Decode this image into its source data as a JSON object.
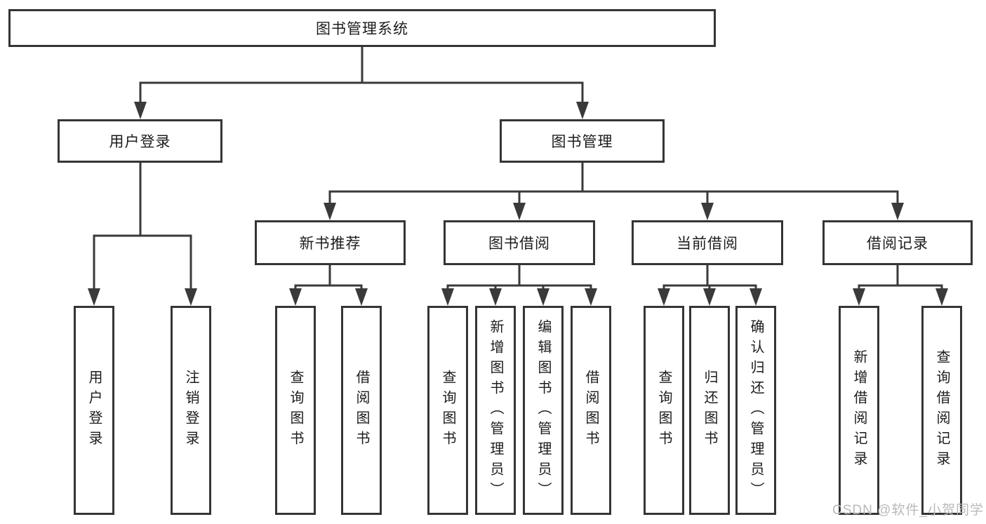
{
  "tree": {
    "label": "图书管理系统",
    "children": [
      {
        "label": "用户登录",
        "children": [
          {
            "label": "用户登录"
          },
          {
            "label": "注销登录"
          }
        ]
      },
      {
        "label": "图书管理",
        "children": [
          {
            "label": "新书推荐",
            "children": [
              {
                "label": "查询图书"
              },
              {
                "label": "借阅图书"
              }
            ]
          },
          {
            "label": "图书借阅",
            "children": [
              {
                "label": "查询图书"
              },
              {
                "label": "新增图书（管理员）"
              },
              {
                "label": "编辑图书（管理员）"
              },
              {
                "label": "借阅图书"
              }
            ]
          },
          {
            "label": "当前借阅",
            "children": [
              {
                "label": "查询图书"
              },
              {
                "label": "归还图书"
              },
              {
                "label": "确认归还（管理员）"
              }
            ]
          },
          {
            "label": "借阅记录",
            "children": [
              {
                "label": "新增借阅记录"
              },
              {
                "label": "查询借阅记录"
              }
            ]
          }
        ]
      }
    ]
  },
  "watermark": "CSDN @软件_小贺同学",
  "colors": {
    "line": "#3a3a3a",
    "box_border": "#353535",
    "box_fill": "#ffffff",
    "text": "#1c1c1c",
    "watermark": "#b9b9b9",
    "background": "#ffffff"
  }
}
